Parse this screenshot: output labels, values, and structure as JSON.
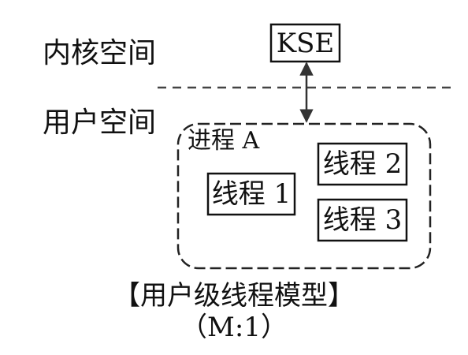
{
  "regions": {
    "kernel_space": "内核空间",
    "user_space": "用户空间"
  },
  "kse": {
    "label": "KSE"
  },
  "process": {
    "label": "进程 A",
    "threads": [
      "线程 1",
      "线程 2",
      "线程 3"
    ]
  },
  "caption": {
    "title": "【用户级线程模型】",
    "ratio": "（M:1）"
  },
  "colors": {
    "ink": "#111111",
    "background": "#ffffff"
  }
}
